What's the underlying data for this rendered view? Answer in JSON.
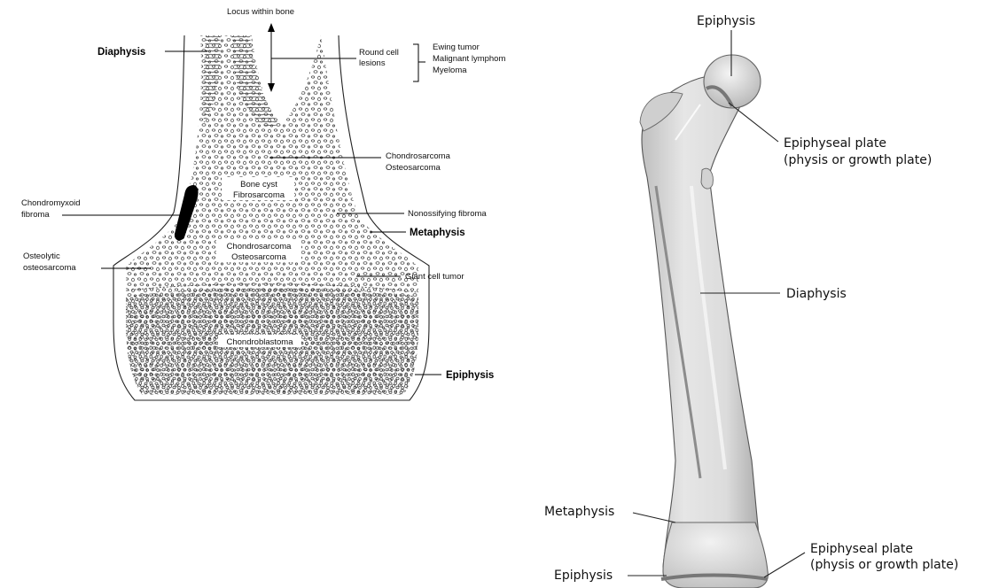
{
  "left_diagram": {
    "title": "Locus within bone",
    "labels": {
      "diaphysis": "Diaphysis",
      "round_cell_line1": "Round cell",
      "round_cell_line2": "lesions",
      "ewing": "Ewing tumor",
      "lymphoma": "Malignant lymphom",
      "myeloma": "Myeloma",
      "chondro_osteo_upper_1": "Chondrosarcoma",
      "chondro_osteo_upper_2": "Osteosarcoma",
      "bone_cyst": "Bone cyst",
      "fibrosarcoma": "Fibrosarcoma",
      "chondromyxoid_1": "Chondromyxoid",
      "chondromyxoid_2": "fibroma",
      "nonossifying": "Nonossifying fibroma",
      "metaphysis": "Metaphysis",
      "chondro_osteo_mid_1": "Chondrosarcoma",
      "chondro_osteo_mid_2": "Osteosarcoma",
      "osteolytic_1": "Osteolytic",
      "osteolytic_2": "osteosarcoma",
      "giant_cell": "Giant cell tumor",
      "chondroblastoma": "Chondroblastoma",
      "epiphysis": "Epiphysis"
    }
  },
  "right_diagram": {
    "labels": {
      "epiphysis_top": "Epiphysis",
      "plate_top_1": "Epiphyseal plate",
      "plate_top_2": "(physis or growth plate)",
      "diaphysis": "Diaphysis",
      "metaphysis": "Metaphysis",
      "plate_bottom_1": "Epiphyseal plate",
      "plate_bottom_2": "(physis or growth plate)",
      "epiphysis_bottom": "Epiphysis"
    }
  }
}
